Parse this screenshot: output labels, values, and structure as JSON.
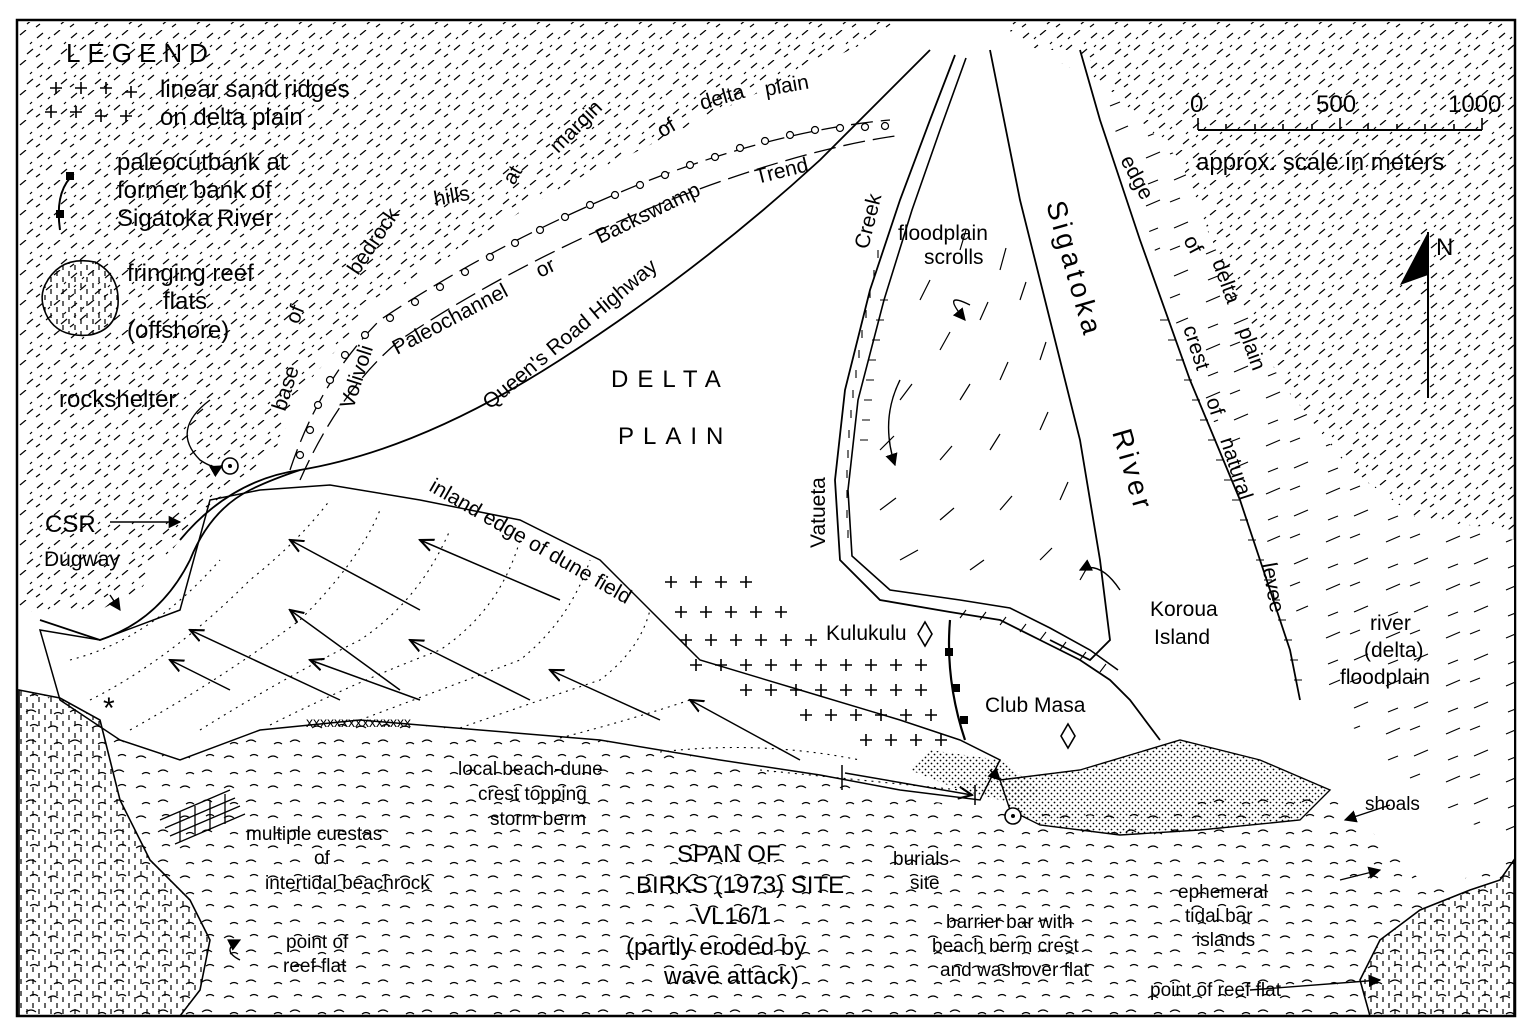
{
  "legend": {
    "title": "LEGEND",
    "items": [
      {
        "symbol": "cross-symbol",
        "lines": [
          "linear sand ridges",
          "on delta plain"
        ]
      },
      {
        "symbol": "paleocutbank-symbol",
        "lines": [
          "paleocutbank at",
          "former bank of",
          "Sigatoka River"
        ]
      },
      {
        "symbol": "reef-flat-symbol",
        "lines": [
          "fringing reef",
          "flats",
          "(offshore)"
        ]
      }
    ]
  },
  "scale": {
    "ticks": [
      "0",
      "500",
      "1000"
    ],
    "caption": "approx. scale in meters"
  },
  "north": {
    "label": "N"
  },
  "labels": {
    "delta": "DELTA",
    "plain": "PLAIN",
    "rockshelter": "rockshelter",
    "csr": "CSR",
    "dugway": "Dugway",
    "base": "base",
    "of_base": "of",
    "bedrock": "bedrock",
    "hills": "hills",
    "at": "at",
    "margin": "margin",
    "of_margin": "of",
    "delta_word": "delta",
    "plain_word": "plain",
    "volivoli": "Volivoli",
    "paleochannel": "Paleochannel",
    "or": "or",
    "backswamp": "Backswamp",
    "trend": "Trend",
    "queens_road": "Queen's Road Highway",
    "inland_edge": "inland edge of dune field",
    "vatueta": "Vatueta",
    "creek": "Creek",
    "floodplain_scrolls_1": "floodplain",
    "floodplain_scrolls_2": "scrolls",
    "sigatoka": "Sigatoka",
    "river": "River",
    "edge": "edge",
    "of_edge": "of",
    "delta_edge": "delta",
    "plain_edge": "plain",
    "crest": "crest",
    "of_crest": "of",
    "natural": "natural",
    "levee": "levee",
    "kulukulu": "Kulukulu",
    "koroua_1": "Koroua",
    "koroua_2": "Island",
    "club_masa": "Club Masa",
    "river_fp_1": "river",
    "river_fp_2": "(delta)",
    "river_fp_3": "floodplain",
    "local_beach_1": "local beach-dune",
    "local_beach_2": "crest topping",
    "local_beach_3": "storm berm",
    "cuestas_1": "multiple cuestas",
    "cuestas_2": "of",
    "cuestas_3": "intertidal beachrock",
    "point_reef_1": "point of",
    "point_reef_2": "reef flat",
    "span_1": "SPAN OF",
    "span_2": "BIRKS (1973) SITE",
    "span_3": "VL16/1",
    "span_4": "(partly eroded by",
    "span_5": "wave attack)",
    "burials_1": "burials",
    "burials_2": "site",
    "barrier_1": "barrier bar with",
    "barrier_2": "beach berm crest",
    "barrier_3": "and washover flat",
    "shoals": "shoals",
    "ephemeral_1": "ephemeral",
    "ephemeral_2": "tidal bar",
    "ephemeral_3": "islands",
    "point_reef_right": "point of reef flat",
    "beachrock_x": "xxxxxxxxxxxxxxx"
  }
}
